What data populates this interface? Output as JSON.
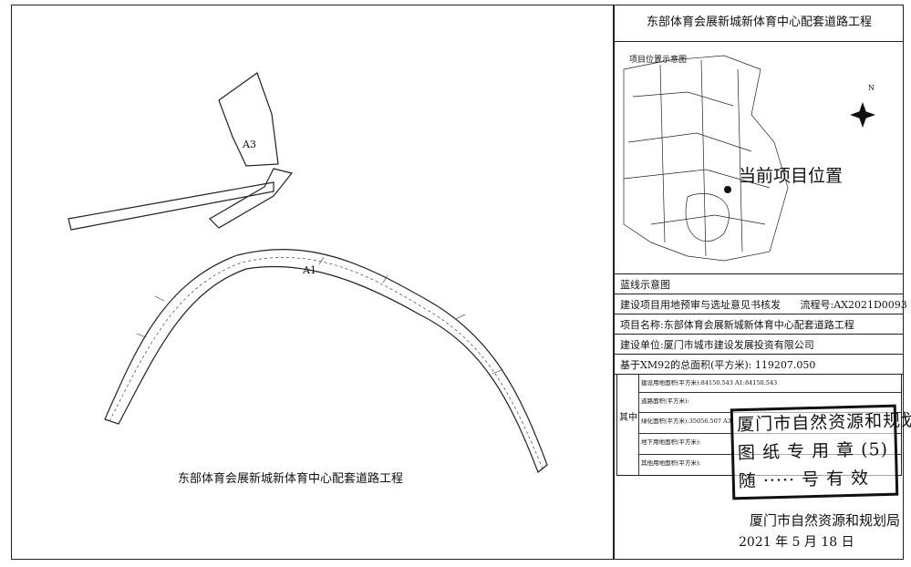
{
  "sheet_title": "东部体育会展新城新体育中心配套道路工程",
  "location_map": {
    "caption": "项目位置示意图",
    "marker_label": "当前项目位置",
    "north_label": "N"
  },
  "info_rows": {
    "blueline": "蓝线示意图",
    "approval": "建设项目用地预审与选址意见书核发",
    "process_no": "流程号:AX2021D0093",
    "project_name": "项目名称:东部体育会展新城新体育中心配套道路工程",
    "builder": "建设单位:厦门市城市建设发展投资有限公司",
    "total_area": "基于XM92的总面积(平方米): 119207.050"
  },
  "breakdown": {
    "label": "其中",
    "items": [
      "建设用地面积(平方米):84150.543 A1:84150.543",
      "道路面积(平方米):",
      "绿化面积(平方米):35056.507 A3:",
      "地下用地面积(平方米):",
      "其他用地面积(平方米):"
    ]
  },
  "stamp": {
    "line1": "厦门市自然资源和规划局",
    "line2": "图 纸 专 用 章 (5)",
    "line3": "随 ····· 号 有 效"
  },
  "issuer": "厦门市自然资源和规划局",
  "date": "2021 年 5 月 18 日",
  "drawing": {
    "caption": "东部体育会展新城新体育中心配套道路工程",
    "parcel_labels": [
      "A3",
      "A1"
    ]
  }
}
